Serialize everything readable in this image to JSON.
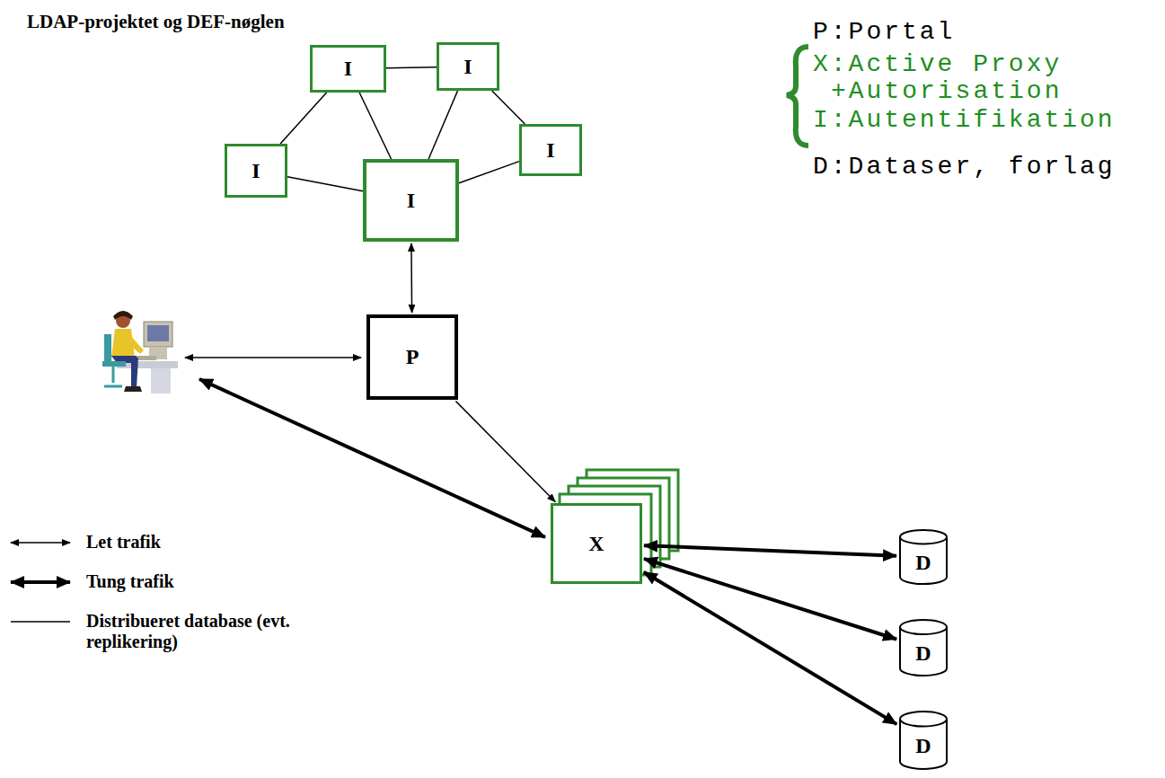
{
  "diagram": {
    "title": "LDAP-projektet og DEF-nøglen",
    "nodes": [
      {
        "text": [
          "I"
        ]
      },
      {
        "text": [
          "I"
        ]
      },
      {
        "text": [
          "I"
        ]
      },
      {
        "text": [
          "I"
        ]
      },
      {
        "text": [
          "I"
        ]
      },
      {
        "text": [
          "P"
        ]
      },
      {
        "text": [
          "X"
        ]
      },
      {
        "text": [
          "D"
        ]
      },
      {
        "text": [
          "D"
        ]
      },
      {
        "text": [
          "D"
        ]
      }
    ],
    "edges": [
      {
        "from": 0,
        "to": 1,
        "arrow": "none"
      },
      {
        "from": 1,
        "to": 2,
        "arrow": "none"
      },
      {
        "from": 2,
        "to": 3,
        "arrow": "none"
      },
      {
        "from": 0,
        "to": 4,
        "arrow": "none"
      },
      {
        "from": 1,
        "to": 4,
        "arrow": "none"
      },
      {
        "from": 2,
        "to": 4,
        "arrow": "none"
      },
      {
        "from": 4,
        "to": 3,
        "arrow": "none"
      },
      {
        "from": 4,
        "to": 5,
        "arrow": "both"
      },
      {
        "from": 5,
        "to": 6,
        "arrow": "to"
      },
      {
        "from": 6,
        "to": 7,
        "arrow": "both"
      },
      {
        "from": 6,
        "to": 8,
        "arrow": "both"
      },
      {
        "from": 6,
        "to": 9,
        "arrow": "both"
      }
    ],
    "labels": [
      "P:Portal",
      "X:Active Proxy",
      "+Autorisation",
      "I:Autentifikation",
      "D:Dataser, forlag"
    ],
    "legend": [
      {
        "text": "Let trafik"
      },
      {
        "text": "Tung trafik"
      },
      {
        "text": "Distribueret database (evt. replikering)"
      }
    ]
  }
}
